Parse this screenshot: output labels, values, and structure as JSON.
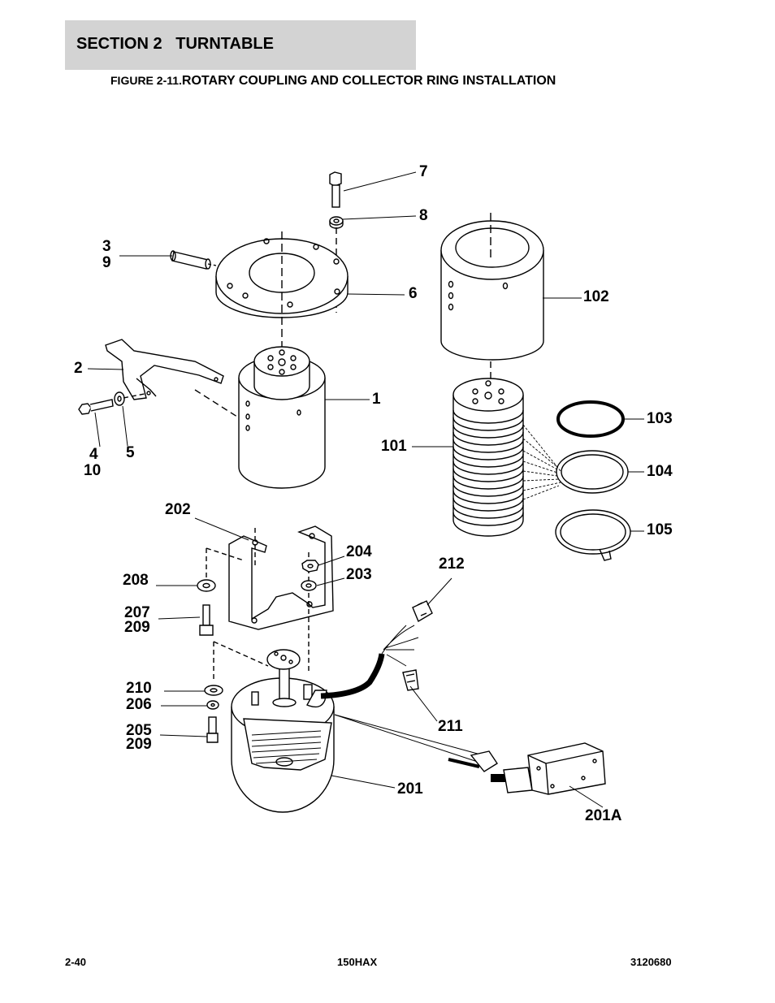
{
  "header": {
    "section": "SECTION 2",
    "subject": "TURNTABLE"
  },
  "figure": {
    "prefix": "FIGURE 2-11.",
    "title": "ROTARY COUPLING AND COLLECTOR RING INSTALLATION"
  },
  "callouts": {
    "c7": "7",
    "c8": "8",
    "c3": "3",
    "c9": "9",
    "c6": "6",
    "c102": "102",
    "c2": "2",
    "c1": "1",
    "c4": "4",
    "c10": "10",
    "c5": "5",
    "c103": "103",
    "c101": "101",
    "c104": "104",
    "c105": "105",
    "c202": "202",
    "c204": "204",
    "c203": "203",
    "c208": "208",
    "c212": "212",
    "c207": "207",
    "c209a": "209",
    "c210": "210",
    "c206": "206",
    "c211": "211",
    "c205": "205",
    "c209b": "209",
    "c201": "201",
    "c201a": "201A"
  },
  "footer": {
    "page": "2-40",
    "model": "150HAX",
    "doc_number": "3120680"
  }
}
